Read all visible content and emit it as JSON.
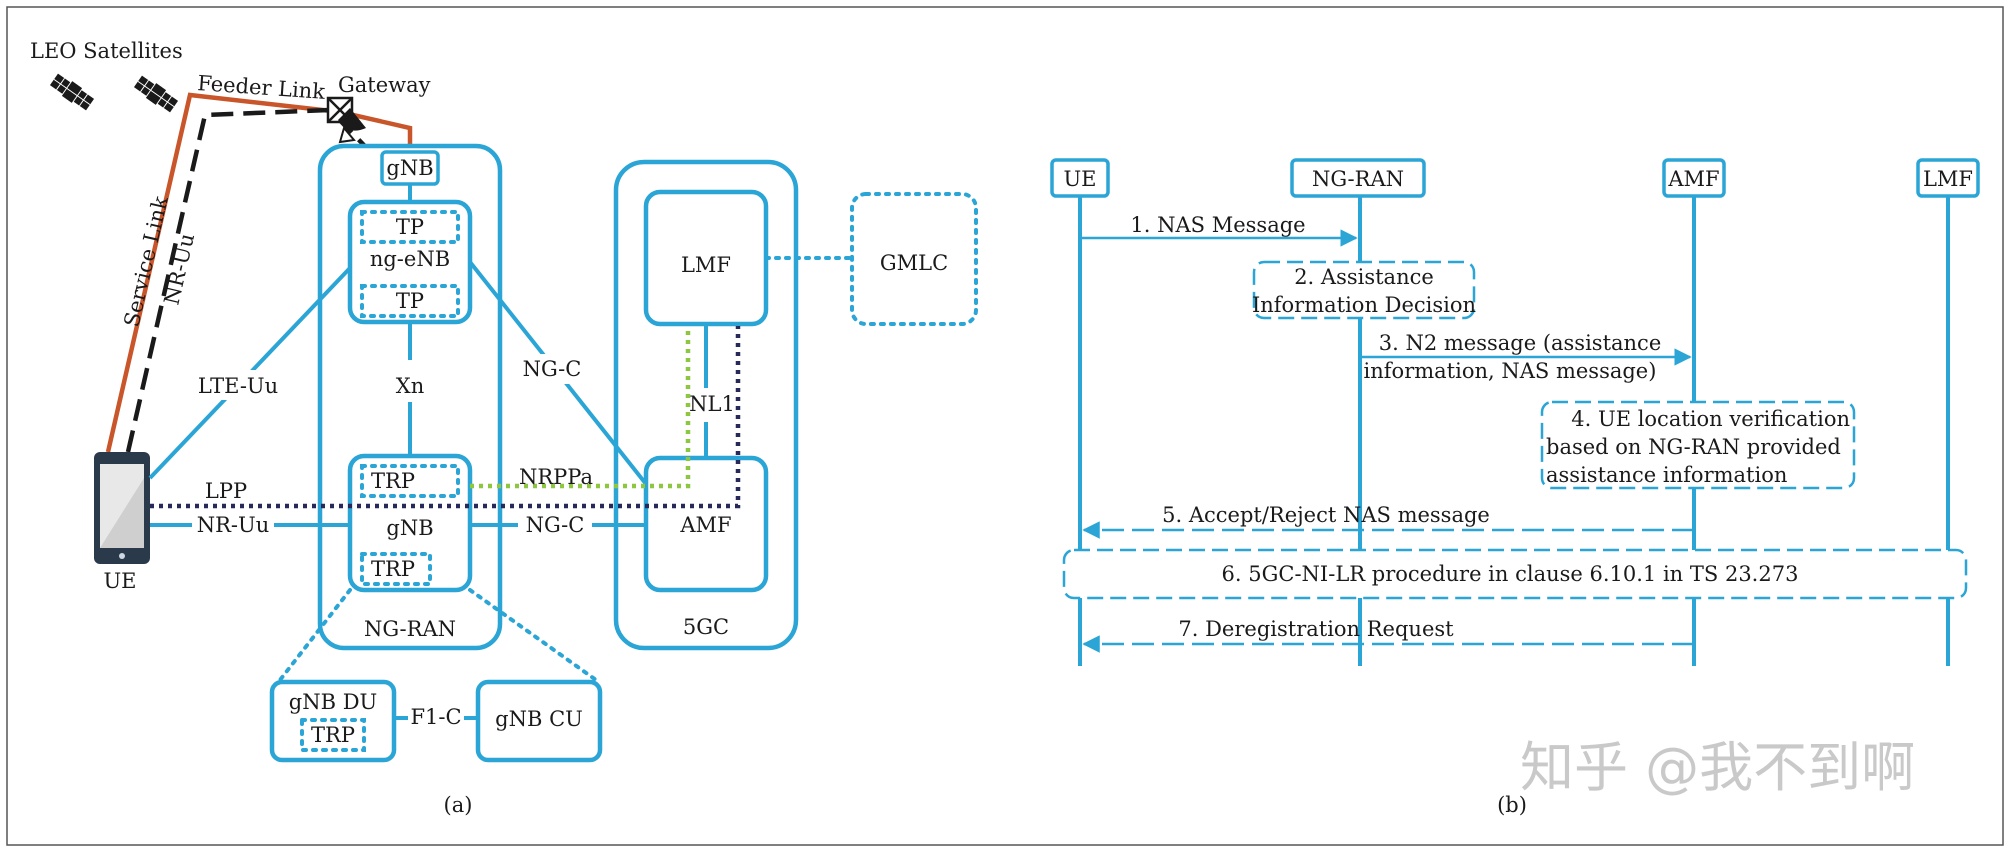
{
  "panel_a": {
    "leo_satellites": "LEO Satellites",
    "feeder_link": "Feeder Link",
    "gateway": "Gateway",
    "service_link": "Service Link",
    "nr_uu_diag": "NR-Uu",
    "gnb_top": "gNB",
    "tp_top": "TP",
    "ng_enb": "ng-eNB",
    "tp_bottom": "TP",
    "xn": "Xn",
    "lte_uu": "LTE-Uu",
    "ng_c_diag": "NG-C",
    "trp_top": "TRP",
    "gnb_mid": "gNB",
    "trp_bottom": "TRP",
    "lpp": "LPP",
    "nr_uu": "NR-Uu",
    "ng_c": "NG-C",
    "nrppa": "NRPPa",
    "ng_ran": "NG-RAN",
    "lmf": "LMF",
    "nl1": "NL1",
    "amf": "AMF",
    "fivegc": "5GC",
    "gmlc": "GMLC",
    "ue": "UE",
    "gnb_du": "gNB DU",
    "trp_du": "TRP",
    "f1c": "F1-C",
    "gnb_cu": "gNB CU",
    "caption": "(a)"
  },
  "panel_b": {
    "participants": [
      "UE",
      "NG-RAN",
      "AMF",
      "LMF"
    ],
    "msg1": "1. NAS Message",
    "step2_line1": "2. Assistance",
    "step2_line2": "Information Decision",
    "msg3_line1": "3. N2 message (assistance",
    "msg3_line2": "information, NAS message)",
    "step4_line1": "4. UE location verification",
    "step4_line2": "based on NG-RAN provided",
    "step4_line3": "assistance information",
    "msg5": "5. Accept/Reject NAS message",
    "step6": "6. 5GC-NI-LR procedure in clause 6.10.1 in TS 23.273",
    "msg7": "7. Deregistration Request",
    "caption": "(b)"
  },
  "watermark": "知乎 @我不到啊",
  "colors": {
    "primary": "#2aa5d6",
    "feeder": "#c9562a",
    "nrppa": "#8dc63f",
    "lpp": "#26295a",
    "dark": "#1a1a1a"
  }
}
